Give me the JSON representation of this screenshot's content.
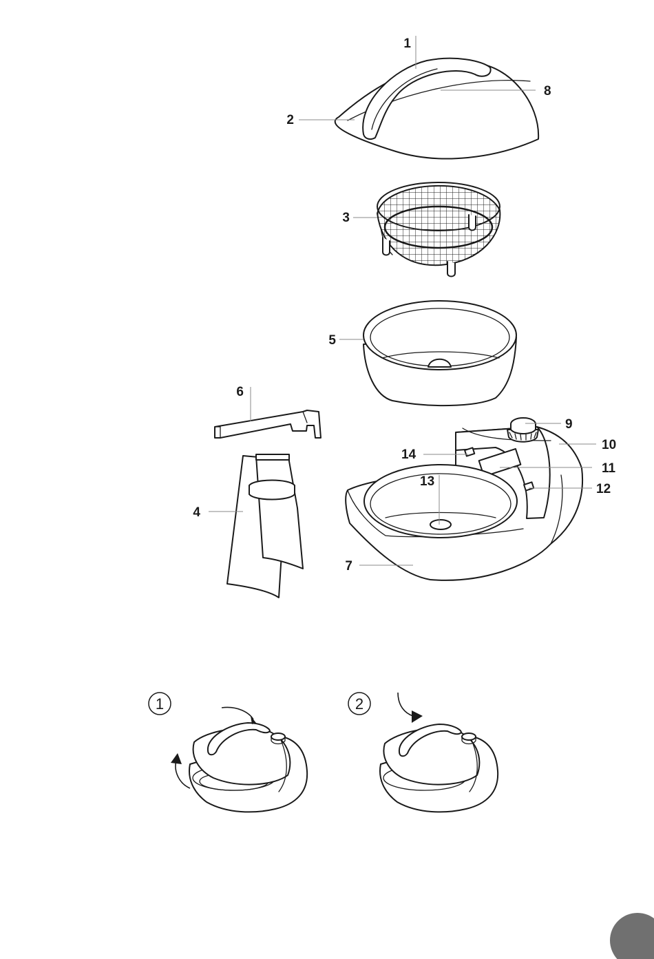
{
  "figure": {
    "callouts": [
      {
        "id": "1",
        "label": "1"
      },
      {
        "id": "2",
        "label": "2"
      },
      {
        "id": "3",
        "label": "3"
      },
      {
        "id": "4",
        "label": "4"
      },
      {
        "id": "5",
        "label": "5"
      },
      {
        "id": "6",
        "label": "6"
      },
      {
        "id": "7",
        "label": "7"
      },
      {
        "id": "8",
        "label": "8"
      },
      {
        "id": "9",
        "label": "9"
      },
      {
        "id": "10",
        "label": "10"
      },
      {
        "id": "11",
        "label": "11"
      },
      {
        "id": "12",
        "label": "12"
      },
      {
        "id": "13",
        "label": "13"
      },
      {
        "id": "14",
        "label": "14"
      }
    ],
    "steps": [
      {
        "label": "1"
      },
      {
        "label": "2"
      }
    ]
  },
  "colors": {
    "line": "#1a1a1a",
    "leader": "#8a8a8a",
    "page_badge": "#707070"
  }
}
